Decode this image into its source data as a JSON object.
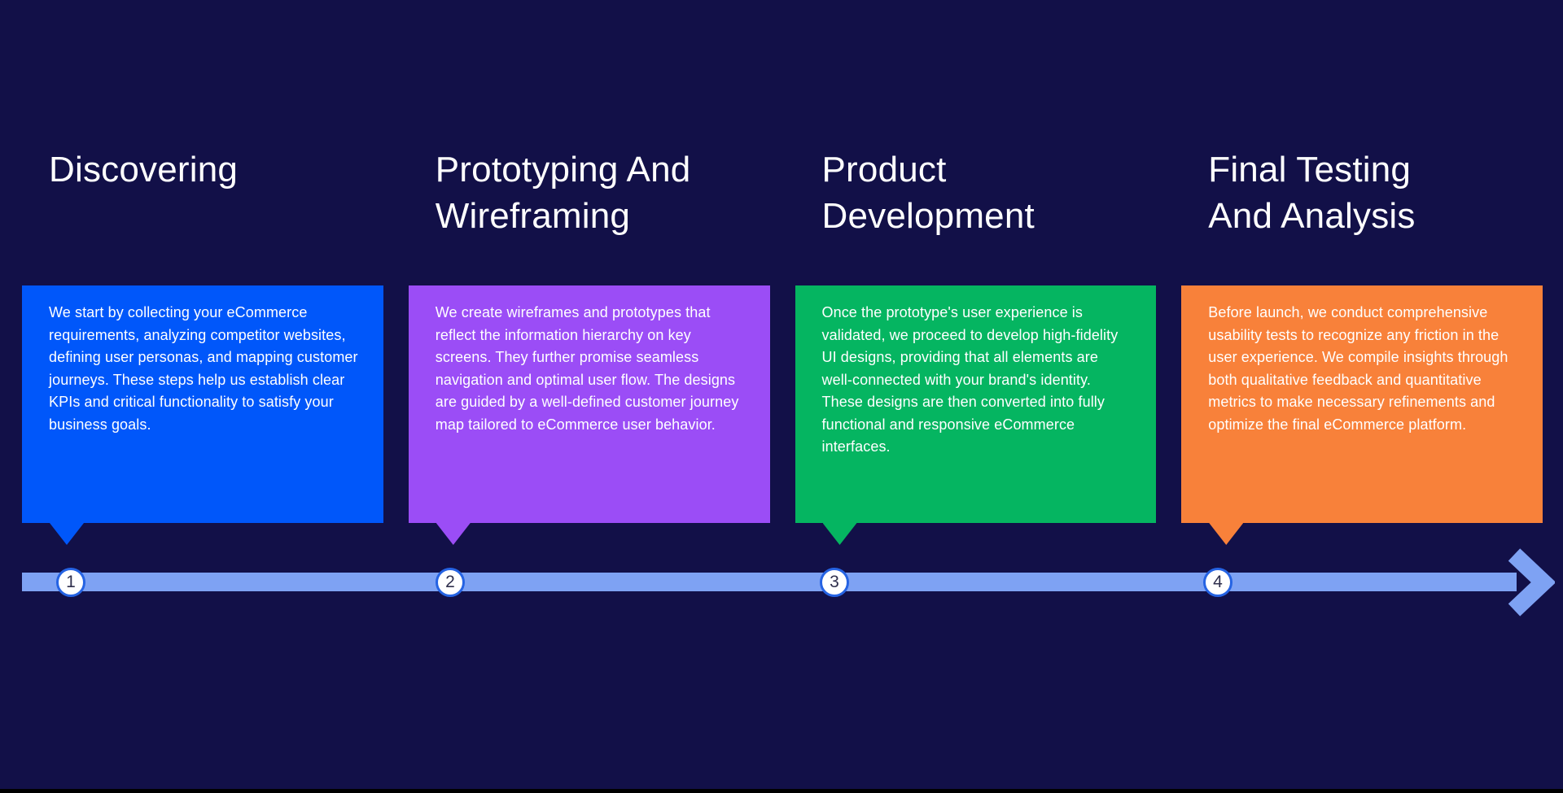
{
  "page": {
    "background": "#121048",
    "bottom_bar_color": "#000000"
  },
  "timeline": {
    "bar_color": "#7EA2F3",
    "arrow_color": "#7EA2F3",
    "circle_bg": "#FFFFFF",
    "circle_ring_color": "#2563E3",
    "number_color": "#2F2F4D"
  },
  "steps": [
    {
      "number": "1",
      "title": "Discovering",
      "color": "#0057FA",
      "description": "We start by collecting your eCommerce requirements, analyzing competitor websites, defining user personas, and mapping customer journeys. These steps help us establish clear KPIs and critical functionality to satisfy your business goals."
    },
    {
      "number": "2",
      "title": "Prototyping And\nWireframing",
      "color": "#9B4DF6",
      "description": "We create wireframes and prototypes that reflect the information hierarchy on key screens. They further promise seamless navigation and optimal user flow. The designs are guided by a well-defined customer journey map tailored to eCommerce user behavior."
    },
    {
      "number": "3",
      "title": "Product\nDevelopment",
      "color": "#05B561",
      "description": "Once the prototype's user experience is validated, we proceed to develop high-fidelity UI designs, providing that all elements are well-connected with your brand's identity. These designs are then converted into fully functional and responsive eCommerce interfaces."
    },
    {
      "number": "4",
      "title": "Final Testing\nAnd Analysis",
      "color": "#F8813A",
      "description": "Before launch, we conduct comprehensive usability tests to recognize any friction in the user experience. We compile insights through both qualitative feedback and quantitative metrics to make necessary refinements and optimize the final eCommerce platform."
    }
  ]
}
